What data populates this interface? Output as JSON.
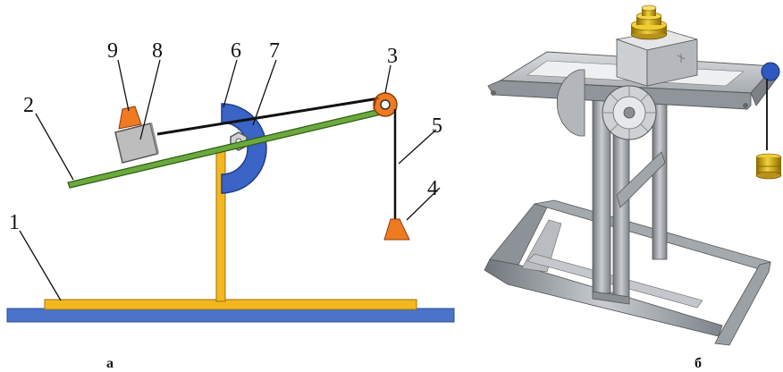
{
  "figure": {
    "labels": {
      "l1": "1",
      "l2": "2",
      "l3": "3",
      "l4": "4",
      "l5": "5",
      "l6": "6",
      "l7": "7",
      "l8": "8",
      "l9": "9"
    },
    "captions": {
      "left": "а",
      "right": "б"
    }
  },
  "colors": {
    "base": "#4a73c9",
    "stand": "#f4b71f",
    "incline": "#6aaa3c",
    "protractor": "#3a64c6",
    "weight": "#f07a22",
    "block": "#bdbdbd",
    "frame": "#9aa0a6"
  }
}
